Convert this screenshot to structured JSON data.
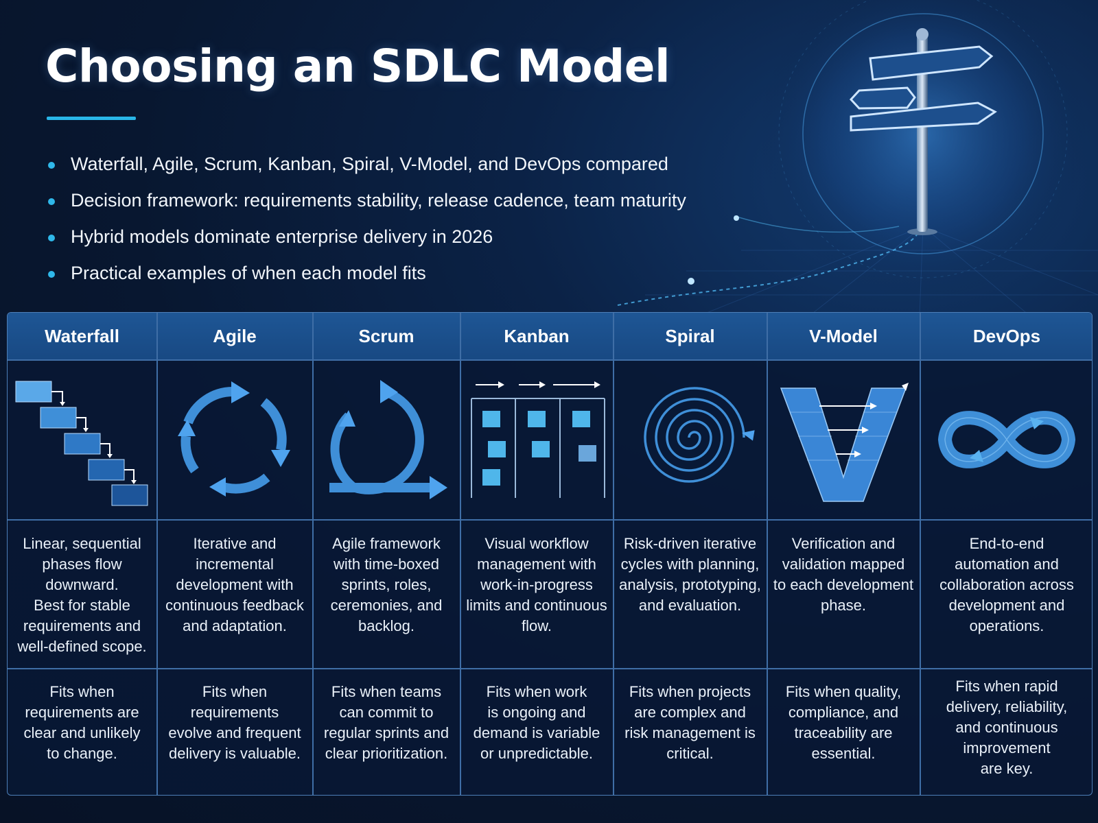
{
  "title": "Choosing an SDLC Model",
  "bullets": [
    "Waterfall, Agile, Scrum, Kanban, Spiral, V-Model, and DevOps compared",
    "Decision framework: requirements stability, release cadence, team maturity",
    "Hybrid models dominate enterprise delivery in 2026",
    "Practical examples of when each model fits"
  ],
  "models": [
    {
      "name": "Waterfall",
      "icon": "waterfall-steps-icon",
      "description": "Linear, sequential\nphases flow\ndownward.\nBest for stable\nrequirements and\nwell-defined scope.",
      "fit": "Fits when\nrequirements are\nclear and unlikely\nto change."
    },
    {
      "name": "Agile",
      "icon": "agile-cycle-icon",
      "description": "Iterative and\nincremental\ndevelopment with\ncontinuous feedback\nand adaptation.",
      "fit": "Fits when requirements\nevolve and frequent\ndelivery is valuable."
    },
    {
      "name": "Scrum",
      "icon": "scrum-sprint-loop-icon",
      "description": "Agile framework\nwith time-boxed\nsprints, roles,\nceremonies, and\nbacklog.",
      "fit": "Fits when teams\ncan commit to\nregular sprints and\nclear prioritization."
    },
    {
      "name": "Kanban",
      "icon": "kanban-board-icon",
      "description": "Visual workflow\nmanagement with\nwork-in-progress\nlimits and continuous\nflow.",
      "fit": "Fits when work\nis ongoing and\ndemand is variable\nor unpredictable."
    },
    {
      "name": "Spiral",
      "icon": "spiral-icon",
      "description": "Risk-driven iterative\ncycles with planning,\nanalysis, prototyping,\nand evaluation.",
      "fit": "Fits when projects\nare complex and\nrisk management is\ncritical."
    },
    {
      "name": "V-Model",
      "icon": "v-model-icon",
      "description": "Verification and\nvalidation mapped\nto each development\nphase.",
      "fit": "Fits when quality,\ncompliance, and\ntraceability are\nessential."
    },
    {
      "name": "DevOps",
      "icon": "devops-infinity-icon",
      "description": "End-to-end\nautomation and\ncollaboration across\ndevelopment and\noperations.",
      "fit": "Fits when rapid\ndelivery, reliability,\nand continuous\nimprovement\nare key."
    }
  ],
  "colors": {
    "background": "#0a1c3a",
    "accent": "#29b6e8",
    "header": "#1e5695",
    "grid_line": "#3f6ea6",
    "icon_blue": "#3f8fd8"
  },
  "decorative": "signpost-icon"
}
